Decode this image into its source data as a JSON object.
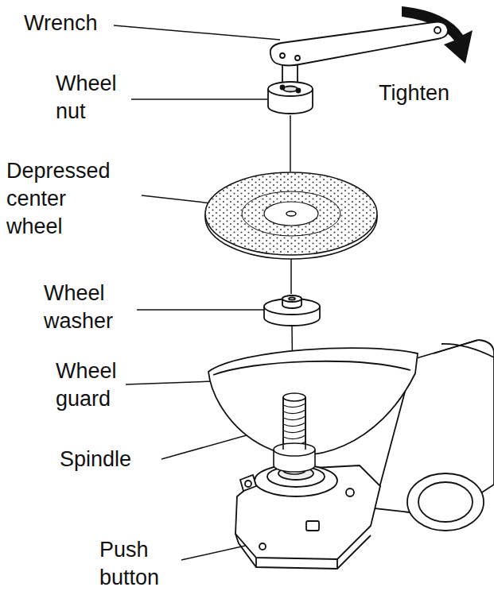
{
  "diagram": {
    "labels": [
      "Wrench",
      "Wheel nut",
      "Tighten",
      "Depressed center wheel",
      "Wheel washer",
      "Wheel guard",
      "Spindle",
      "Push button"
    ]
  }
}
